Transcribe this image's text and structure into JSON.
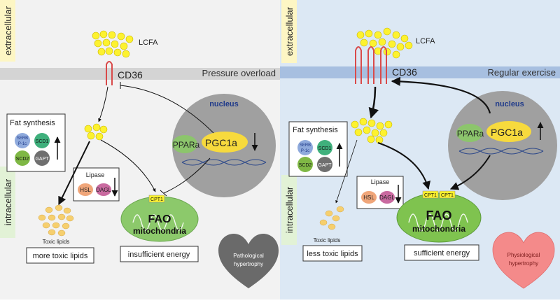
{
  "left": {
    "extracellular": "extracellular",
    "intracellular": "intracellular",
    "lcfa": "LCFA",
    "cd36": "CD36",
    "condition": "Pressure overload",
    "nucleus": "nucleus",
    "ppara": "PPARa",
    "pgc1a": "PGC1a",
    "fat_synthesis": "Fat synthesis",
    "serb_line1": "SERB",
    "serb_line2": "P-1c",
    "scd1": "SCD1",
    "scd2": "SCD2",
    "gapt": "GAPT",
    "lipase": "Lipase",
    "hsl": "HSL",
    "dagl": "DAGL",
    "cpt1": "CPT1",
    "fao": "FAO",
    "mitochondria": "mitochondria",
    "toxic_lipids": "Toxic lipids",
    "more_toxic": "more toxic lipids",
    "energy": "insufficient energy",
    "heart_line1": "Pathological",
    "heart_line2": "hypertrophy"
  },
  "right": {
    "extracellular": "extracellular",
    "intracellular": "intracellular",
    "lcfa": "LCFA",
    "cd36": "CD36",
    "condition": "Regular exercise",
    "nucleus": "nucleus",
    "ppara": "PPARa",
    "pgc1a": "PGC1a",
    "fat_synthesis": "Fat synthesis",
    "serb_line1": "SERB",
    "serb_line2": "P-1c",
    "scd1": "SCD1",
    "scd2": "SCD2",
    "gapt": "GAPT",
    "lipase": "Lipase",
    "hsl": "HSL",
    "dagl": "DAGL",
    "cpt1a": "CPT1",
    "cpt1b": "CPT1",
    "fao": "FAO",
    "mitochondria": "mitochondria",
    "toxic_lipids": "Toxic lipids",
    "less_toxic": "less toxic lipids",
    "energy": "sufficient energy",
    "heart_line1": "Physiological",
    "heart_line2": "hypertrophy"
  },
  "colors": {
    "left_bg": "#f2f2f2",
    "right_bg": "#dce8f4",
    "membrane_left": "#d4d4d4",
    "membrane_right": "#a7bfe0",
    "lcfa_yellow": "#fdf22f",
    "extracellular_label": "#fdf6c4",
    "intracellular_label": "#e2f2d6",
    "nucleus_gray": "#a0a0a0",
    "cd36_red": "#d94a4a",
    "pgc1a_yellow": "#f7da3d",
    "ppara_green": "#8cc56c",
    "mito_green": "#8cc96b",
    "toxic_lipid": "#f6cf6e",
    "serb_blue": "#8faadc",
    "scd1_teal": "#3fb07c",
    "scd2_green": "#7fb845",
    "gapt_gray": "#6f6f6f",
    "hsl_orange": "#f0a67a",
    "dagl_pink": "#c96aa0",
    "path_heart": "#6a6a6a",
    "phys_heart": "#f48a8a"
  }
}
